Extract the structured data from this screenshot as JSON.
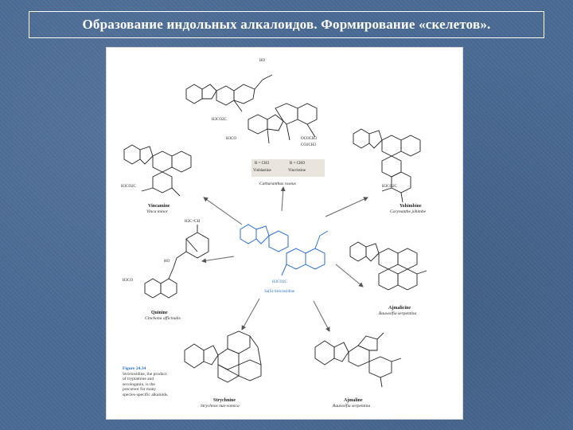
{
  "slide": {
    "title": "Образование индольных алкалоидов. Формирование «скелетов»."
  },
  "figure": {
    "caption_label": "Figure 24.34",
    "caption_body": "Strictosidine, the product of tryptamine and secologanin, is the precursor for many species-specific alkaloids.",
    "center": {
      "name": "3α(S)-Strictosidine",
      "group": "H3CO2C"
    },
    "compounds": [
      {
        "name": "Vincamine",
        "source": "Vinca minor",
        "group": "H3CO2C"
      },
      {
        "name": "Quinine",
        "source": "Cinchona officinalis",
        "group": "H3CO"
      },
      {
        "name": "Strychnine",
        "source": "Strychnos nux-vomica"
      },
      {
        "name": "Ajmaline",
        "source": "Rauwolfia serpentina"
      },
      {
        "name": "Ajmalicine",
        "source": "Rauwolfia serpentina"
      },
      {
        "name": "Yohimbine",
        "source": "Corynanthe johimbe",
        "group": "H3CO2C"
      },
      {
        "name": "Vinblastine / Vincristine",
        "source": "Catharanthus roseus"
      }
    ],
    "vinca_box": {
      "col1": "R = CH3",
      "col2": "R = CHO",
      "name1": "Vinblastine",
      "name2": "Vincristine"
    },
    "vinca_groups": {
      "ho": "HO",
      "h3co2c": "H3CO2C",
      "h3co": "H3CO",
      "ococh3": "OCOCH3",
      "co2ch3": "CO2CH3"
    },
    "quinine_groups": {
      "h2c": "H2C=CH",
      "ho": "HO"
    }
  }
}
